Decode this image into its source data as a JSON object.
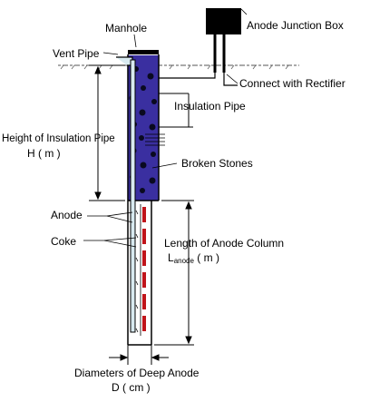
{
  "labels": {
    "manhole": "Manhole",
    "vent_pipe": "Vent Pipe",
    "anode_junction_box": "Anode Junction Box",
    "connect_rectifier": "Connect with  Rectifier",
    "insulation_pipe": "Insulation Pipe",
    "height_insulation": "Height of Insulation Pipe",
    "height_symbol": "H ( m )",
    "broken_stones": "Broken Stones",
    "anode": "Anode",
    "coke": "Coke",
    "length_anode": "Length of Anode Column",
    "length_symbol_L": "L",
    "length_symbol_sub": "anode",
    "length_symbol_unit": "( m )",
    "diameter": "Diameters of Deep Anode",
    "diameter_symbol": "D ( cm )"
  },
  "colors": {
    "stone_fill": "#3a2fa0",
    "anode_red": "#c0141a",
    "vent_pipe_fill": "#d8eaf0",
    "junction_box": "#000000",
    "cable_brown": "#5a3a20"
  }
}
